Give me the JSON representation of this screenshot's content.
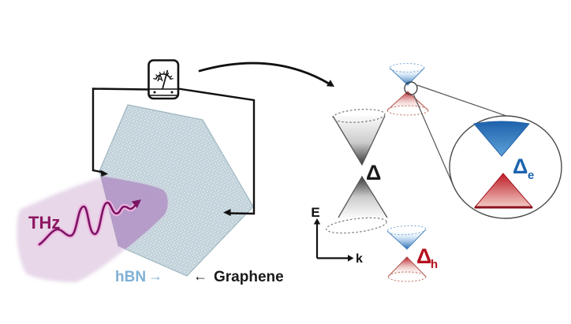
{
  "device": {
    "ammeter_label": "A",
    "thz_label": "THz",
    "hbn_label": "hBN",
    "hbn_arrow": "→",
    "graphene_arrow": "←",
    "graphene_label": "Graphene"
  },
  "band_diagram": {
    "axis_vertical_label": "E",
    "axis_horizontal_label": "k",
    "gap_label": "Δ",
    "electron_gap_symbol": "Δ",
    "electron_gap_sub": "e",
    "hole_gap_symbol": "Δ",
    "hole_gap_sub": "h"
  },
  "colors": {
    "thz_text": "#8c1660",
    "beam_purple": "#d9bfdd",
    "wave_purple": "#7a1464",
    "hbn_blue": "#7fb0d4",
    "graphene_black": "#1a1a1a",
    "electron_blue": "#1c64ae",
    "hole_red": "#b5121f",
    "cone_gray": "#4a4a4a",
    "flake_blue_gray": "#d9e3e8"
  }
}
